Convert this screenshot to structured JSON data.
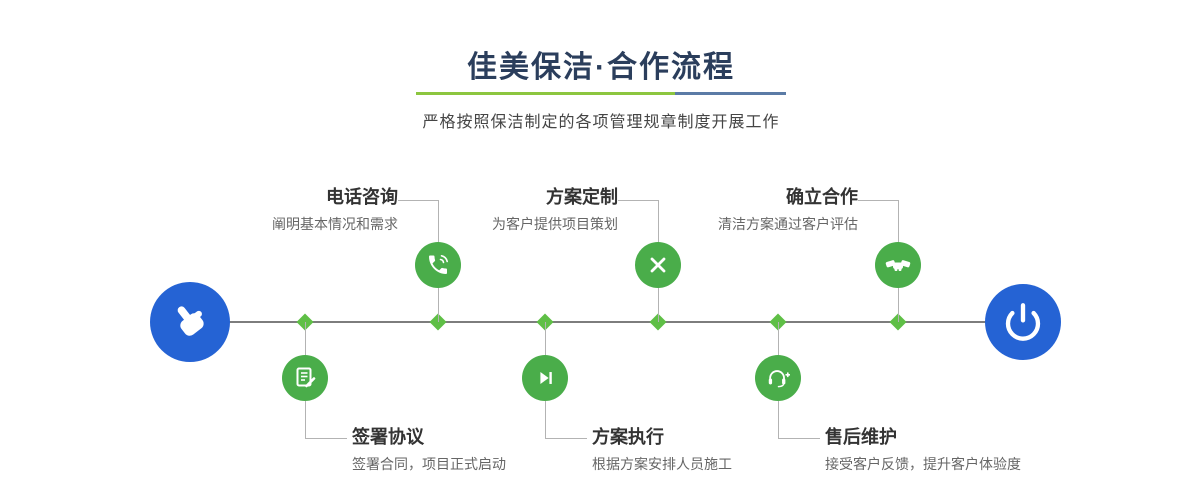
{
  "header": {
    "title": "佳美保洁·合作流程",
    "subtitle": "严格按照保洁制定的各项管理规章制度开展工作"
  },
  "colors": {
    "title_navy": "#2b3e5c",
    "green": "#4aad4a",
    "diamond_green": "#5fbf46",
    "blue": "#2563d4",
    "underline_green": "#8cc63f",
    "underline_blue": "#5b7ba6",
    "line_gray": "#7d7d7d"
  },
  "timeline": {
    "start_icon": "pointing-hand-icon",
    "end_icon": "power-icon"
  },
  "steps_top": [
    {
      "title": "电话咨询",
      "desc": "阐明基本情况和需求",
      "icon": "phone-icon"
    },
    {
      "title": "方案定制",
      "desc": "为客户提供项目策划",
      "icon": "pencil-ruler-icon"
    },
    {
      "title": "确立合作",
      "desc": "清洁方案通过客户评估",
      "icon": "handshake-icon"
    }
  ],
  "steps_bottom": [
    {
      "title": "签署协议",
      "desc": "签署合同，项目正式启动",
      "icon": "contract-icon"
    },
    {
      "title": "方案执行",
      "desc": "根据方案安排人员施工",
      "icon": "play-icon"
    },
    {
      "title": "售后维护",
      "desc": "接受客户反馈，提升客户体验度",
      "icon": "headset-icon"
    }
  ]
}
